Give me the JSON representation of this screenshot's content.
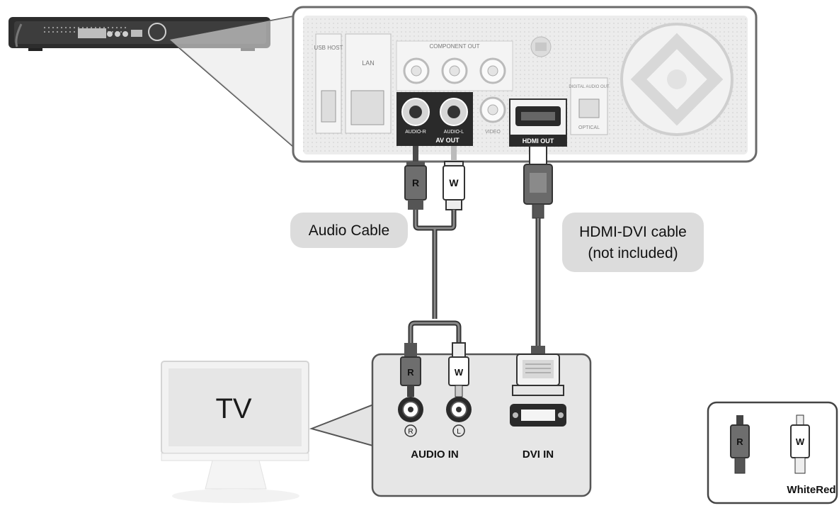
{
  "player": {
    "labels": {
      "usb": "USB HOST",
      "lan": "LAN",
      "component_out": "COMPONENT OUT",
      "digital_audio_out": "DIGITAL AUDIO OUT",
      "optical": "OPTICAL",
      "audio_r": "AUDIO-R",
      "audio_l": "AUDIO-L",
      "video": "VIDEO",
      "av_out": "AV OUT",
      "hdmi_out": "HDMI OUT"
    }
  },
  "cables": {
    "audio_label": "Audio Cable",
    "hdmi_dvi_label_line1": "HDMI-DVI cable",
    "hdmi_dvi_label_line2": "(not included)",
    "plug_red": "R",
    "plug_white": "W"
  },
  "tv": {
    "label": "TV",
    "audio_in": "AUDIO IN",
    "dvi_in": "DVI IN",
    "jack_r": "R",
    "jack_l": "L"
  },
  "legend": {
    "plug_red": "R",
    "plug_white": "W",
    "caption": "WhiteRed"
  },
  "colors": {
    "red_plug": "#6e6e6e",
    "white_plug": "#ffffff",
    "panel_fill": "#ececec",
    "dark_panel": "#2a2a2a",
    "callout_gray": "#dcdcdc"
  }
}
